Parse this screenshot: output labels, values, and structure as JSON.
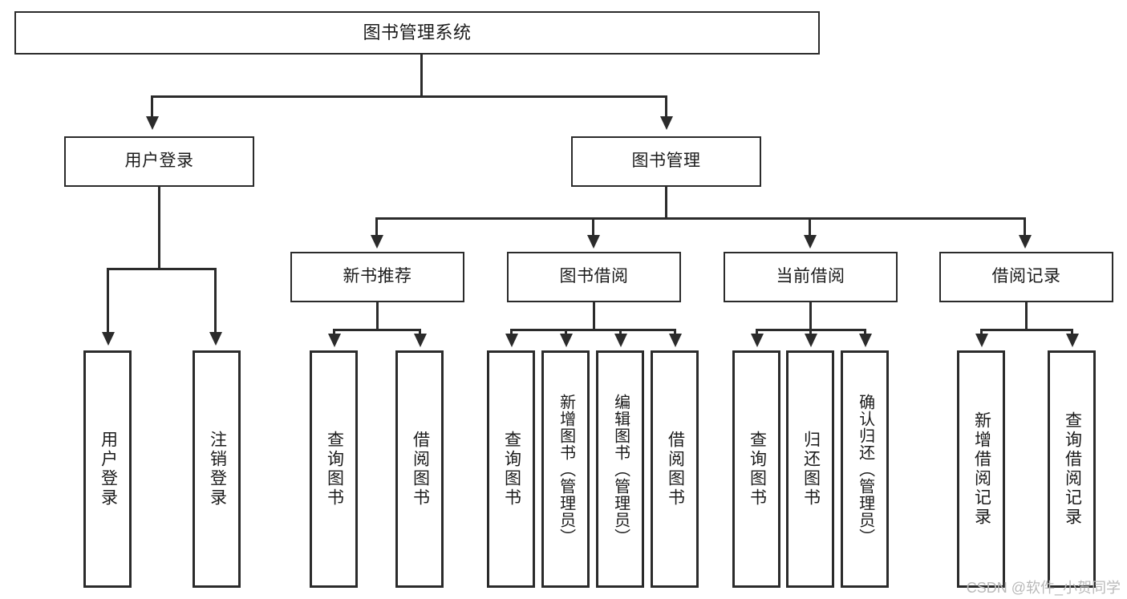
{
  "diagram": {
    "title": "图书管理系统",
    "type": "tree-hierarchy",
    "watermark": "CSDN @软件_小贺同学",
    "colors": {
      "stroke": "#2b2b2b",
      "fill": "#ffffff",
      "text": "#1b1b1b",
      "watermark": "#b9b9b9"
    }
  },
  "nodes": {
    "root": {
      "label": "图书管理系统",
      "level": 1
    },
    "level2": [
      {
        "id": "user-login",
        "label": "用户登录"
      },
      {
        "id": "book-manage",
        "label": "图书管理"
      }
    ],
    "level3": [
      {
        "id": "new-book-recommend",
        "label": "新书推荐",
        "parent": "book-manage"
      },
      {
        "id": "book-borrow",
        "label": "图书借阅",
        "parent": "book-manage"
      },
      {
        "id": "current-borrow",
        "label": "当前借阅",
        "parent": "book-manage"
      },
      {
        "id": "borrow-record",
        "label": "借阅记录",
        "parent": "book-manage"
      }
    ],
    "leaves": [
      {
        "id": "leaf-user-login",
        "label": "用户登录",
        "parent": "user-login"
      },
      {
        "id": "leaf-user-logout",
        "label": "注销登录",
        "parent": "user-login"
      },
      {
        "id": "leaf-query-book-1",
        "label": "查询图书",
        "parent": "new-book-recommend"
      },
      {
        "id": "leaf-borrow-book-1",
        "label": "借阅图书",
        "parent": "new-book-recommend"
      },
      {
        "id": "leaf-query-book-2",
        "label": "查询图书",
        "parent": "book-borrow"
      },
      {
        "id": "leaf-add-book",
        "label": "新增图书（管理员）",
        "parent": "book-borrow"
      },
      {
        "id": "leaf-edit-book",
        "label": "编辑图书（管理员）",
        "parent": "book-borrow"
      },
      {
        "id": "leaf-borrow-book-2",
        "label": "借阅图书",
        "parent": "book-borrow"
      },
      {
        "id": "leaf-query-book-3",
        "label": "查询图书",
        "parent": "current-borrow"
      },
      {
        "id": "leaf-return-book",
        "label": "归还图书",
        "parent": "current-borrow"
      },
      {
        "id": "leaf-confirm-return",
        "label": "确认归还（管理员）",
        "parent": "current-borrow"
      },
      {
        "id": "leaf-add-record",
        "label": "新增借阅记录",
        "parent": "borrow-record"
      },
      {
        "id": "leaf-query-record",
        "label": "查询借阅记录",
        "parent": "borrow-record"
      }
    ]
  }
}
